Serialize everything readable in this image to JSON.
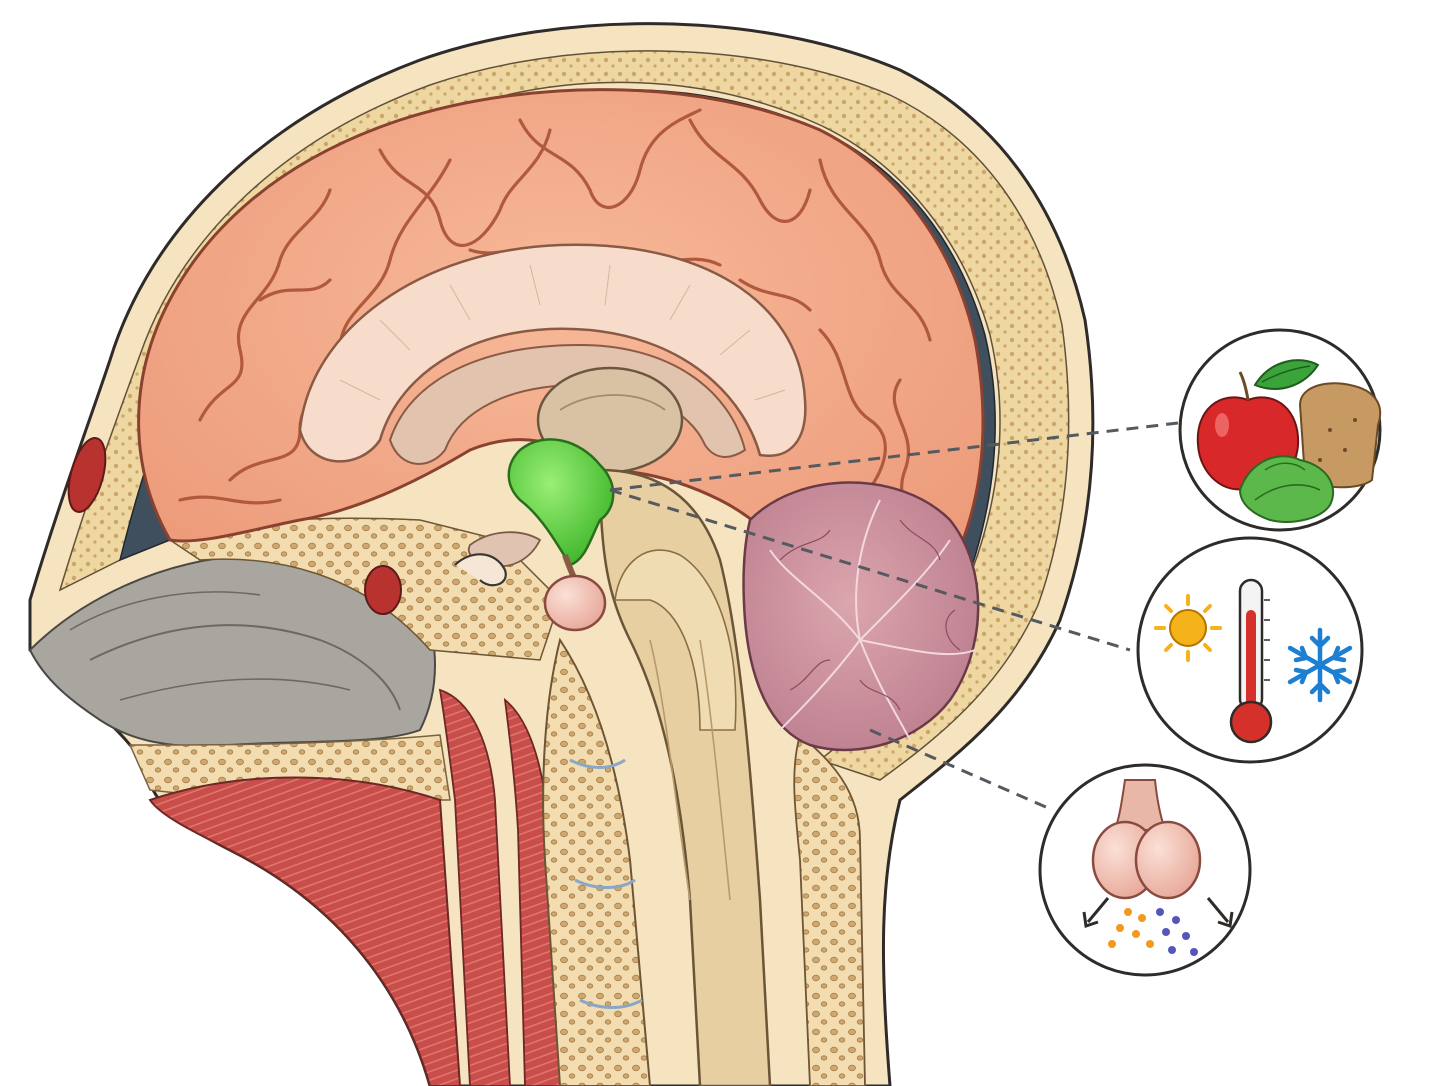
{
  "diagram": {
    "kind": "sagittal-head-section",
    "highlighted_structure_color": "#5fd13f",
    "connector_style": "dashed",
    "connector_color": "#555a60",
    "callouts": [
      {
        "id": "food",
        "icons": [
          "apple-icon",
          "bread-icon",
          "lettuce-icon"
        ]
      },
      {
        "id": "temperature",
        "icons": [
          "sun-icon",
          "thermometer-icon",
          "snowflake-icon"
        ]
      },
      {
        "id": "hormones",
        "icons": [
          "pituitary-gland-icon",
          "hormone-particles-icon"
        ]
      }
    ]
  },
  "colors": {
    "cortex": "#f2a584",
    "cortex_gyri_line": "#c2684e",
    "cerebellum": "#c98e9a",
    "brainstem": "#ead2a6",
    "bone": "#efd7a0",
    "csf_layer": "#3f4f5d",
    "nasal_cavity": "#a9a6a0",
    "muscle": "#c94d4a",
    "highlight": "#5fd13f",
    "sun": "#f6b21a",
    "snow": "#1d7fd1",
    "thermometer_red": "#d6302b",
    "apple": "#d8282a",
    "leaf": "#3aa33a",
    "bread": "#c89a63",
    "hormone_orange": "#f29a1f",
    "hormone_purple": "#5656b8"
  }
}
